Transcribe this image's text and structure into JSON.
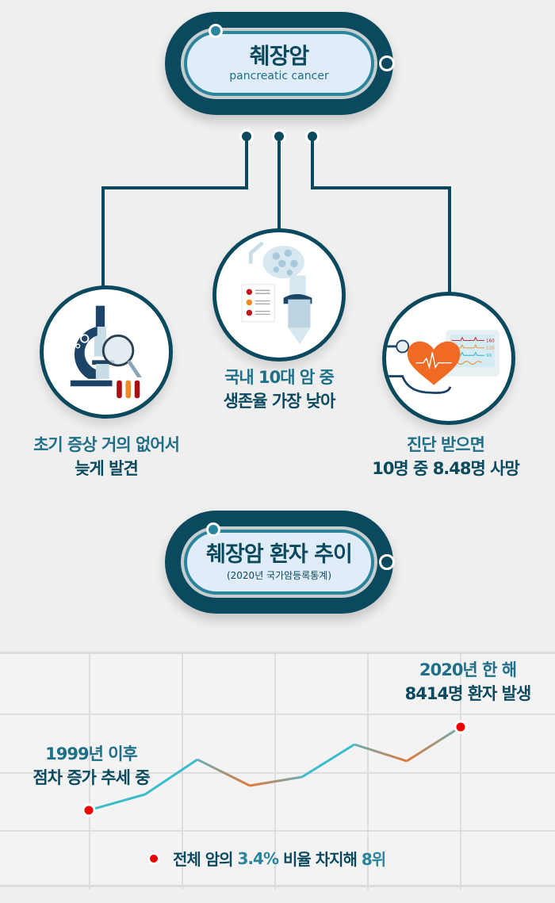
{
  "header": {
    "title": "췌장암",
    "subtitle": "pancreatic cancer"
  },
  "facts": [
    {
      "icon": "microscope-icon",
      "line1": "초기 증상 거의 없어서",
      "line2": "늦게 발견"
    },
    {
      "icon": "surgeon-icon",
      "line1": "국내 10대 암 중",
      "line2": "생존율 가장 낮아"
    },
    {
      "icon": "heart-monitor-icon",
      "line1": "진단 받으면",
      "line2": "10명 중 8.48명 사망",
      "monitor_values": [
        "160",
        "120",
        "90"
      ]
    }
  ],
  "section2": {
    "title": "췌장암 환자 추이",
    "subtitle": "(2020년 국가암등록통계)"
  },
  "annotations": {
    "start_line1": "1999년 이후",
    "start_line2": "점차 증가 추세 중",
    "end_line1": "2020년 한 해",
    "end_line2": "8414명 환자 발생"
  },
  "legend": {
    "prefix": "전체 암의 ",
    "pct": "3.4%",
    "middle": " 비율 차지해 ",
    "rank": "8위"
  },
  "colors": {
    "dark_teal": "#0b4a5e",
    "teal": "#2a849c",
    "light_blue": "#e0edf8",
    "line_cyan": "#3bbccc",
    "line_orange": "#e07a3a",
    "marker_red": "#ee0000"
  },
  "chart_data": {
    "type": "line",
    "title": "췌장암 환자 추이",
    "subtitle": "(2020년 국가암등록통계)",
    "xlabel": "",
    "ylabel": "",
    "x": [
      "1999",
      "",
      "",
      "",
      "",
      "",
      "",
      "2020"
    ],
    "values": [
      null,
      null,
      null,
      null,
      null,
      null,
      null,
      8414
    ],
    "relative_shape": [
      0.0,
      0.19,
      0.61,
      0.3,
      0.4,
      0.79,
      0.59,
      1.0
    ],
    "annotations": [
      "1999년 이후 점차 증가 추세 중",
      "2020년 한 해 8414명 환자 발생",
      "전체 암의 3.4% 비율 차지해 8위"
    ],
    "grid": true,
    "legend_position": "bottom"
  }
}
